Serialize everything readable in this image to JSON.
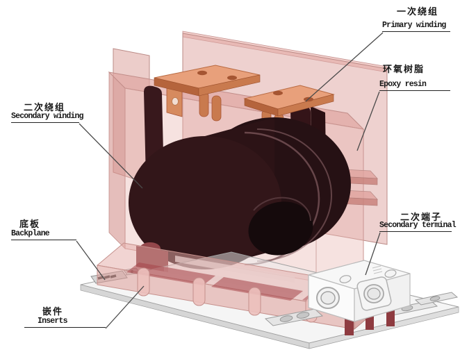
{
  "diagram_title": "Current transformer cutaway with part callouts",
  "colors": {
    "background": "#ffffff",
    "epoxy_pink": "#e0a5a0",
    "epoxy_edge": "#bb8a86",
    "coil_dark": "#2e1417",
    "copper": "#d98f66",
    "copper_dark": "#b5643c",
    "baseplate_gray": "#e6e6e6",
    "terminal_white": "#f9f9f9",
    "red_post": "#8e3b40",
    "label_text": "#1b1b1b",
    "leader_line": "#4a4a4a"
  },
  "labels": {
    "primary_winding": {
      "zh": "一次绕组",
      "en": "Primary winding"
    },
    "epoxy_resin": {
      "zh": "环氧树脂",
      "en": "Epoxy resin"
    },
    "secondary_winding": {
      "zh": "二次绕组",
      "en": "Secondary winding"
    },
    "backplane": {
      "zh": "底板",
      "en": "Backplane"
    },
    "inserts": {
      "zh": "嵌件",
      "en": "Inserts"
    },
    "secondary_terminal": {
      "zh": "二次端子",
      "en": "Secondary terminal"
    }
  }
}
